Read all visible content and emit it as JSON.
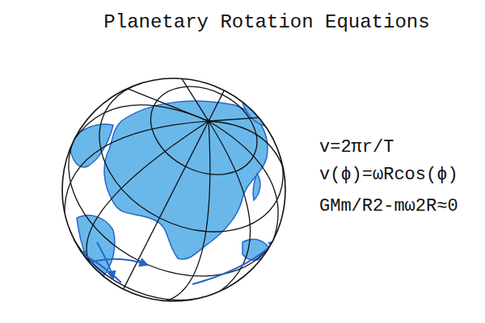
{
  "diagram": {
    "title": "Planetary Rotation Equations",
    "labels": [
      "v=2πr/T",
      "v(ϕ)=ωRcos(ϕ)",
      "GMm/R2-mω2R≈0"
    ]
  }
}
